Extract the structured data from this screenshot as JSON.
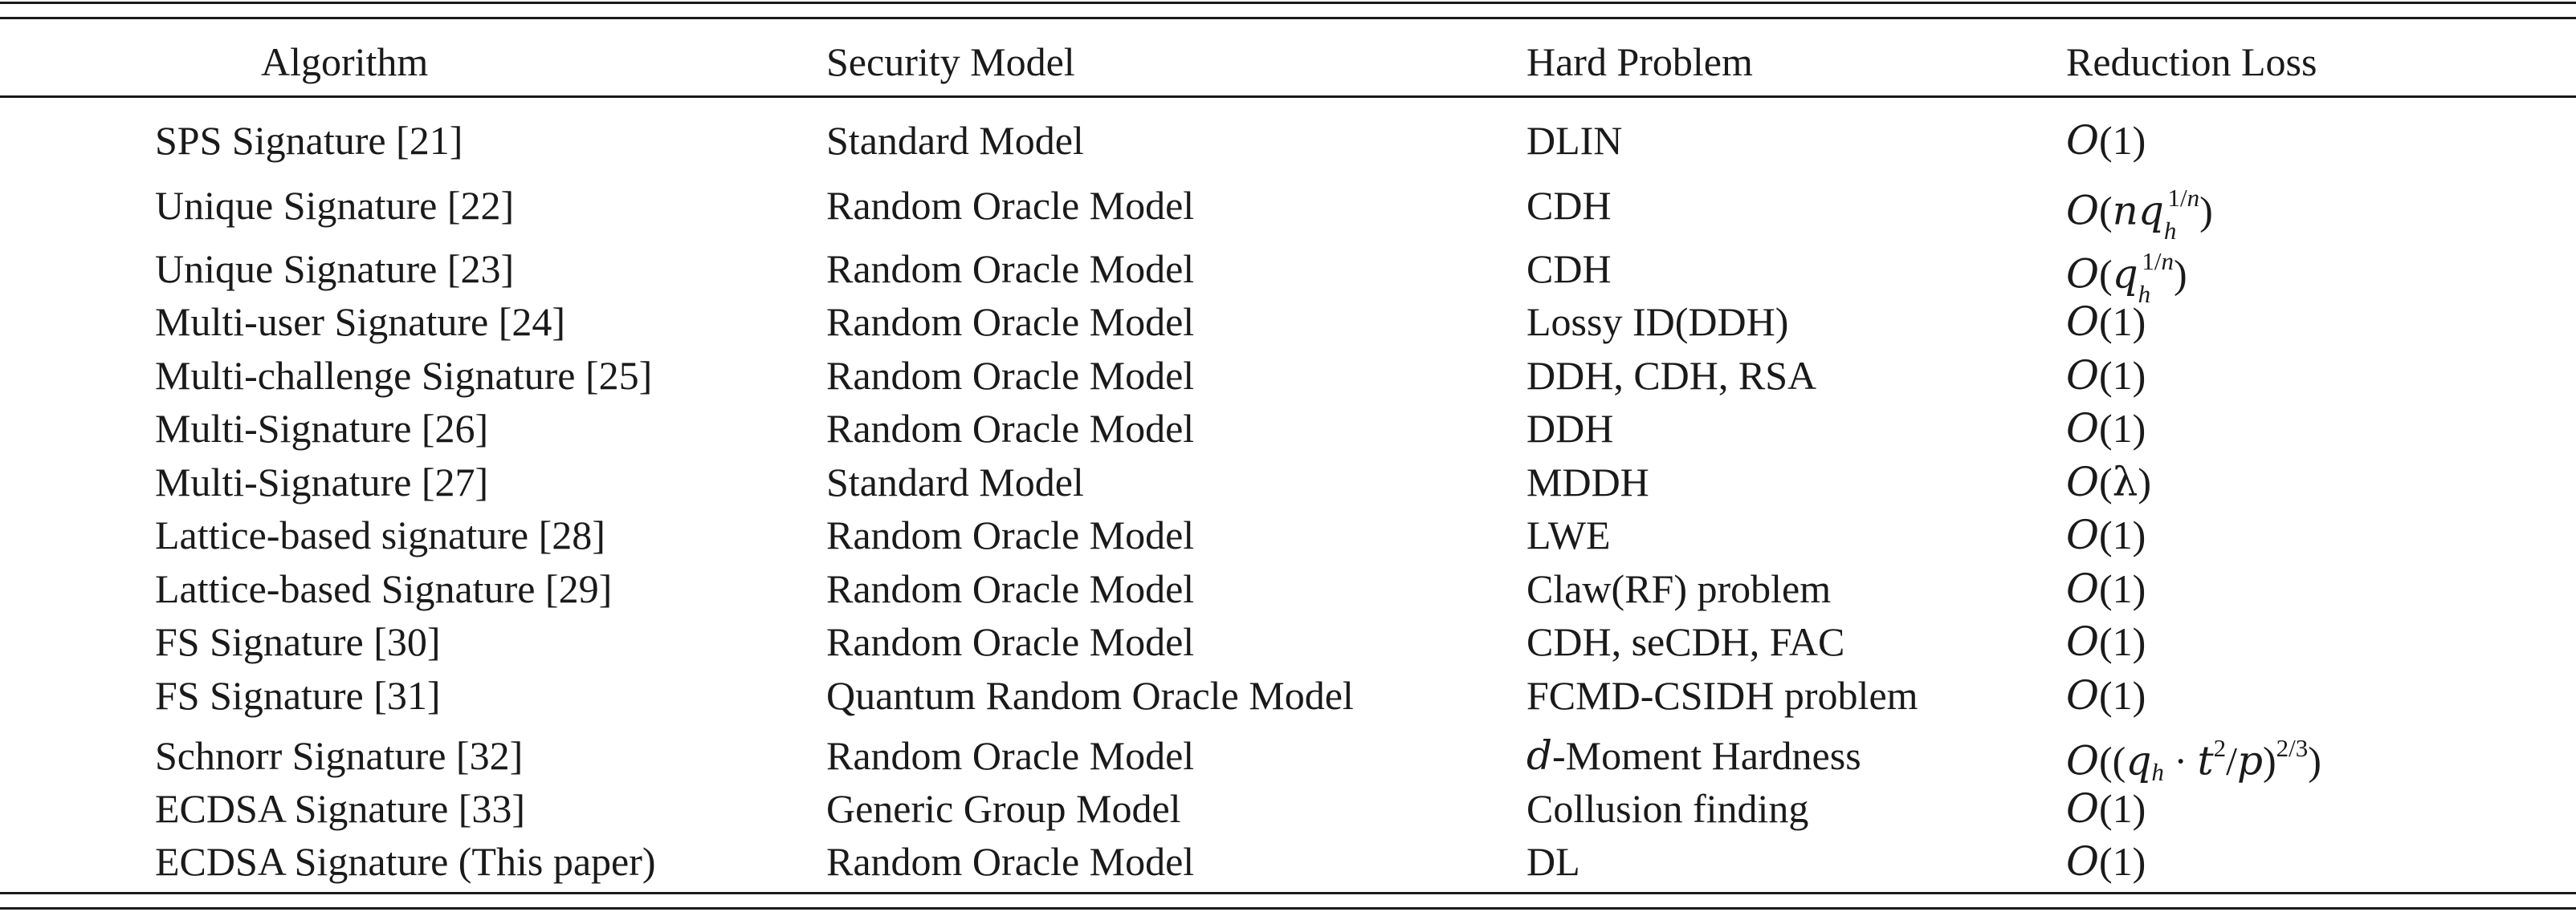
{
  "table": {
    "headers": {
      "algorithm": "Algorithm",
      "security_model": "Security Model",
      "hard_problem": "Hard Problem",
      "reduction_loss": "Reduction Loss"
    },
    "rows": [
      {
        "algorithm": "SPS Signature [21]",
        "security_model": "Standard Model",
        "hard_problem": "DLIN",
        "reduction_loss": "O(1)"
      },
      {
        "algorithm": "Unique Signature [22]",
        "security_model": "Random Oracle Model",
        "hard_problem": "CDH",
        "reduction_loss": "O(nq_h^{1/n})"
      },
      {
        "algorithm": "Unique Signature [23]",
        "security_model": "Random Oracle Model",
        "hard_problem": "CDH",
        "reduction_loss": "O(q_h^{1/n})"
      },
      {
        "algorithm": "Multi-user Signature [24]",
        "security_model": "Random Oracle Model",
        "hard_problem": "Lossy ID(DDH)",
        "reduction_loss": "O(1)"
      },
      {
        "algorithm": "Multi-challenge Signature [25]",
        "security_model": "Random Oracle Model",
        "hard_problem": "DDH, CDH, RSA",
        "reduction_loss": "O(1)"
      },
      {
        "algorithm": "Multi-Signature [26]",
        "security_model": "Random Oracle Model",
        "hard_problem": "DDH",
        "reduction_loss": "O(1)"
      },
      {
        "algorithm": "Multi-Signature [27]",
        "security_model": "Standard Model",
        "hard_problem": "MDDH",
        "reduction_loss": "O(λ)"
      },
      {
        "algorithm": "Lattice-based signature [28]",
        "security_model": "Random Oracle Model",
        "hard_problem": "LWE",
        "reduction_loss": "O(1)"
      },
      {
        "algorithm": "Lattice-based Signature [29]",
        "security_model": "Random Oracle Model",
        "hard_problem": "Claw(RF) problem",
        "reduction_loss": "O(1)"
      },
      {
        "algorithm": "FS Signature [30]",
        "security_model": "Random Oracle Model",
        "hard_problem": "CDH, seCDH, FAC",
        "reduction_loss": "O(1)"
      },
      {
        "algorithm": "FS Signature [31]",
        "security_model": "Quantum Random Oracle Model",
        "hard_problem": "FCMD-CSIDH problem",
        "reduction_loss": "O(1)"
      },
      {
        "algorithm": "Schnorr Signature [32]",
        "security_model": "Random Oracle Model",
        "hard_problem": "d-Moment Hardness",
        "reduction_loss": "O((q_h · t^2/p)^{2/3})"
      },
      {
        "algorithm": "ECDSA Signature [33]",
        "security_model": "Generic Group Model",
        "hard_problem": "Collusion finding",
        "reduction_loss": "O(1)"
      },
      {
        "algorithm": "ECDSA Signature (This paper)",
        "security_model": "Random Oracle Model",
        "hard_problem": "DL",
        "reduction_loss": "O(1)"
      }
    ]
  }
}
